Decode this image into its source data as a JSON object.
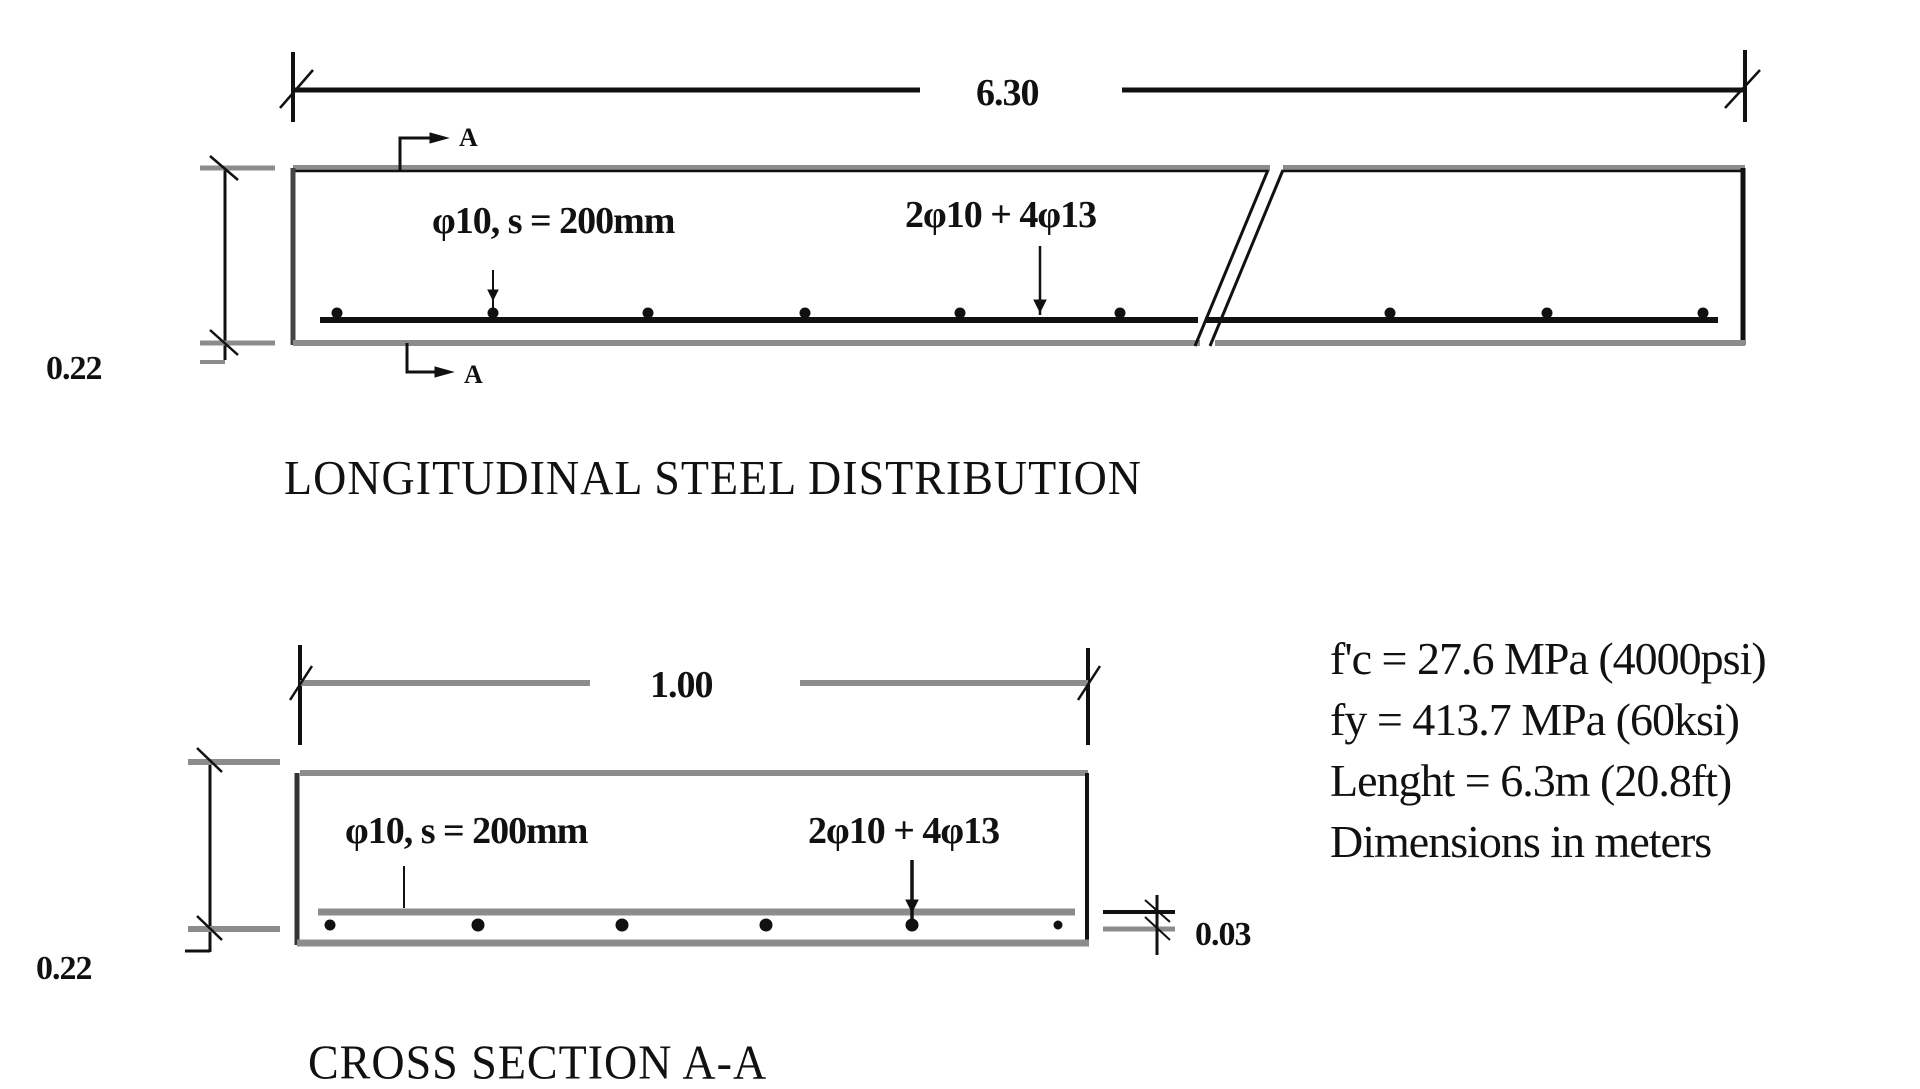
{
  "longitudinal": {
    "title": "LONGITUDINAL STEEL DISTRIBUTION",
    "length_dim": "6.30",
    "height_dim": "0.22",
    "section_mark_top": "A",
    "section_mark_bottom": "A",
    "stirrup_label": "φ10, s = 200mm",
    "main_bar_label": "2φ10 + 4φ13"
  },
  "cross_section": {
    "title": "CROSS SECTION A-A",
    "width_dim": "1.00",
    "height_dim": "0.22",
    "cover_dim": "0.03",
    "stirrup_label": "φ10, s = 200mm",
    "main_bar_label": "2φ10 + 4φ13"
  },
  "notes": {
    "lines": [
      "f'c = 27.6 MPa (4000psi)",
      "fy = 413.7 MPa (60ksi)",
      "Lenght = 6.3m (20.8ft)",
      "Dimensions in meters"
    ]
  },
  "colors": {
    "line": "#111111",
    "line_gray": "#8c8c8c",
    "background": "#ffffff"
  }
}
